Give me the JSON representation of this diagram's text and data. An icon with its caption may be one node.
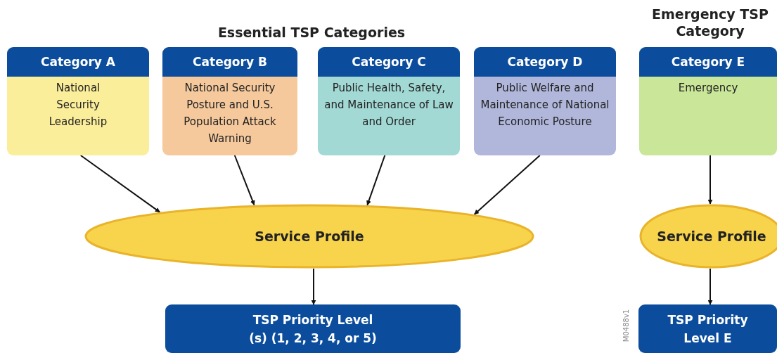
{
  "diagram": {
    "nodes": [
      {
        "text": [
          "Category A",
          "National Security Leadership"
        ]
      },
      {
        "text": [
          "Category B",
          "National Security Posture and U.S. Population Attack Warning"
        ]
      },
      {
        "text": [
          "Category C",
          "Public Health, Safety, and Maintenance of Law and Order"
        ]
      },
      {
        "text": [
          "Category D",
          "Public Welfare and Maintenance of National Economic Posture"
        ]
      },
      {
        "text": [
          "Category E",
          "Emergency"
        ]
      },
      {
        "text": [
          "Service Profile"
        ]
      },
      {
        "text": [
          "TSP Priority Level (s) (1, 2, 3, 4, or 5)"
        ]
      },
      {
        "text": [
          "Service Profile"
        ]
      },
      {
        "text": [
          "TSP Priority Level E"
        ]
      }
    ],
    "edges": [
      {
        "from": 0,
        "to": 5,
        "arrow": "to"
      },
      {
        "from": 1,
        "to": 5,
        "arrow": "to"
      },
      {
        "from": 2,
        "to": 5,
        "arrow": "to"
      },
      {
        "from": 3,
        "to": 5,
        "arrow": "to"
      },
      {
        "from": 4,
        "to": 7,
        "arrow": "to"
      },
      {
        "from": 5,
        "to": 6,
        "arrow": "to"
      },
      {
        "from": 7,
        "to": 8,
        "arrow": "to"
      }
    ],
    "labels": [
      "Essential TSP Categories",
      "Emergency TSP Category",
      "M0488v1"
    ]
  }
}
